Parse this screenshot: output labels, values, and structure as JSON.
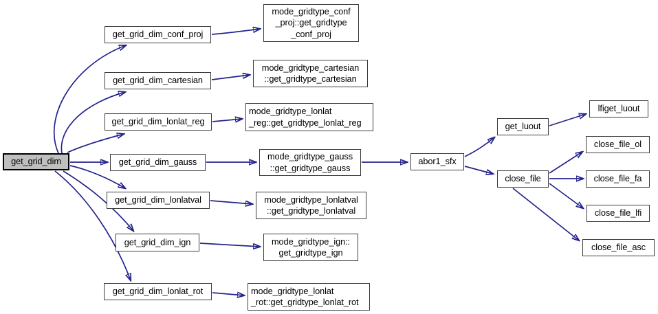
{
  "diagram": {
    "kind": "call-graph",
    "colors": {
      "background": "#ffffff",
      "edge": "#23238c",
      "node_border": "#3b3b3b",
      "node_fill": "#ffffff",
      "highlight_fill": "#bfbfbf",
      "text": "#000000"
    },
    "nodes": {
      "get_grid_dim": {
        "label": "get_grid_dim",
        "highlighted": true
      },
      "get_grid_dim_conf_proj": {
        "label": "get_grid_dim_conf_proj"
      },
      "get_grid_dim_cartesian": {
        "label": "get_grid_dim_cartesian"
      },
      "get_grid_dim_lonlat_reg": {
        "label": "get_grid_dim_lonlat_reg"
      },
      "get_grid_dim_gauss": {
        "label": "get_grid_dim_gauss"
      },
      "get_grid_dim_lonlatval": {
        "label": "get_grid_dim_lonlatval"
      },
      "get_grid_dim_ign": {
        "label": "get_grid_dim_ign"
      },
      "get_grid_dim_lonlat_rot": {
        "label": "get_grid_dim_lonlat_rot"
      },
      "gridtype_conf_proj": {
        "label": "mode_gridtype_conf\n_proj::get_gridtype\n_conf_proj"
      },
      "gridtype_cartesian": {
        "label": "mode_gridtype_cartesian\n::get_gridtype_cartesian"
      },
      "gridtype_lonlat_reg": {
        "label": "mode_gridtype_lonlat\n_reg::get_gridtype_lonlat_reg"
      },
      "gridtype_gauss": {
        "label": "mode_gridtype_gauss\n::get_gridtype_gauss"
      },
      "gridtype_lonlatval": {
        "label": "mode_gridtype_lonlatval\n::get_gridtype_lonlatval"
      },
      "gridtype_ign": {
        "label": "mode_gridtype_ign::\nget_gridtype_ign"
      },
      "gridtype_lonlat_rot": {
        "label": "mode_gridtype_lonlat\n_rot::get_gridtype_lonlat_rot"
      },
      "abor1_sfx": {
        "label": "abor1_sfx"
      },
      "get_luout": {
        "label": "get_luout"
      },
      "close_file": {
        "label": "close_file"
      },
      "lfiget_luout": {
        "label": "lfiget_luout"
      },
      "close_file_ol": {
        "label": "close_file_ol"
      },
      "close_file_fa": {
        "label": "close_file_fa"
      },
      "close_file_lfi": {
        "label": "close_file_lfi"
      },
      "close_file_asc": {
        "label": "close_file_asc"
      }
    },
    "edges": [
      {
        "from": "get_grid_dim",
        "to": "get_grid_dim_conf_proj"
      },
      {
        "from": "get_grid_dim",
        "to": "get_grid_dim_cartesian"
      },
      {
        "from": "get_grid_dim",
        "to": "get_grid_dim_lonlat_reg"
      },
      {
        "from": "get_grid_dim",
        "to": "get_grid_dim_gauss"
      },
      {
        "from": "get_grid_dim",
        "to": "get_grid_dim_lonlatval"
      },
      {
        "from": "get_grid_dim",
        "to": "get_grid_dim_ign"
      },
      {
        "from": "get_grid_dim",
        "to": "get_grid_dim_lonlat_rot"
      },
      {
        "from": "get_grid_dim_conf_proj",
        "to": "gridtype_conf_proj"
      },
      {
        "from": "get_grid_dim_cartesian",
        "to": "gridtype_cartesian"
      },
      {
        "from": "get_grid_dim_lonlat_reg",
        "to": "gridtype_lonlat_reg"
      },
      {
        "from": "get_grid_dim_gauss",
        "to": "gridtype_gauss"
      },
      {
        "from": "get_grid_dim_lonlatval",
        "to": "gridtype_lonlatval"
      },
      {
        "from": "get_grid_dim_ign",
        "to": "gridtype_ign"
      },
      {
        "from": "get_grid_dim_lonlat_rot",
        "to": "gridtype_lonlat_rot"
      },
      {
        "from": "gridtype_gauss",
        "to": "abor1_sfx"
      },
      {
        "from": "abor1_sfx",
        "to": "get_luout"
      },
      {
        "from": "abor1_sfx",
        "to": "close_file"
      },
      {
        "from": "get_luout",
        "to": "lfiget_luout"
      },
      {
        "from": "close_file",
        "to": "close_file_ol"
      },
      {
        "from": "close_file",
        "to": "close_file_fa"
      },
      {
        "from": "close_file",
        "to": "close_file_lfi"
      },
      {
        "from": "close_file",
        "to": "close_file_asc"
      }
    ]
  }
}
